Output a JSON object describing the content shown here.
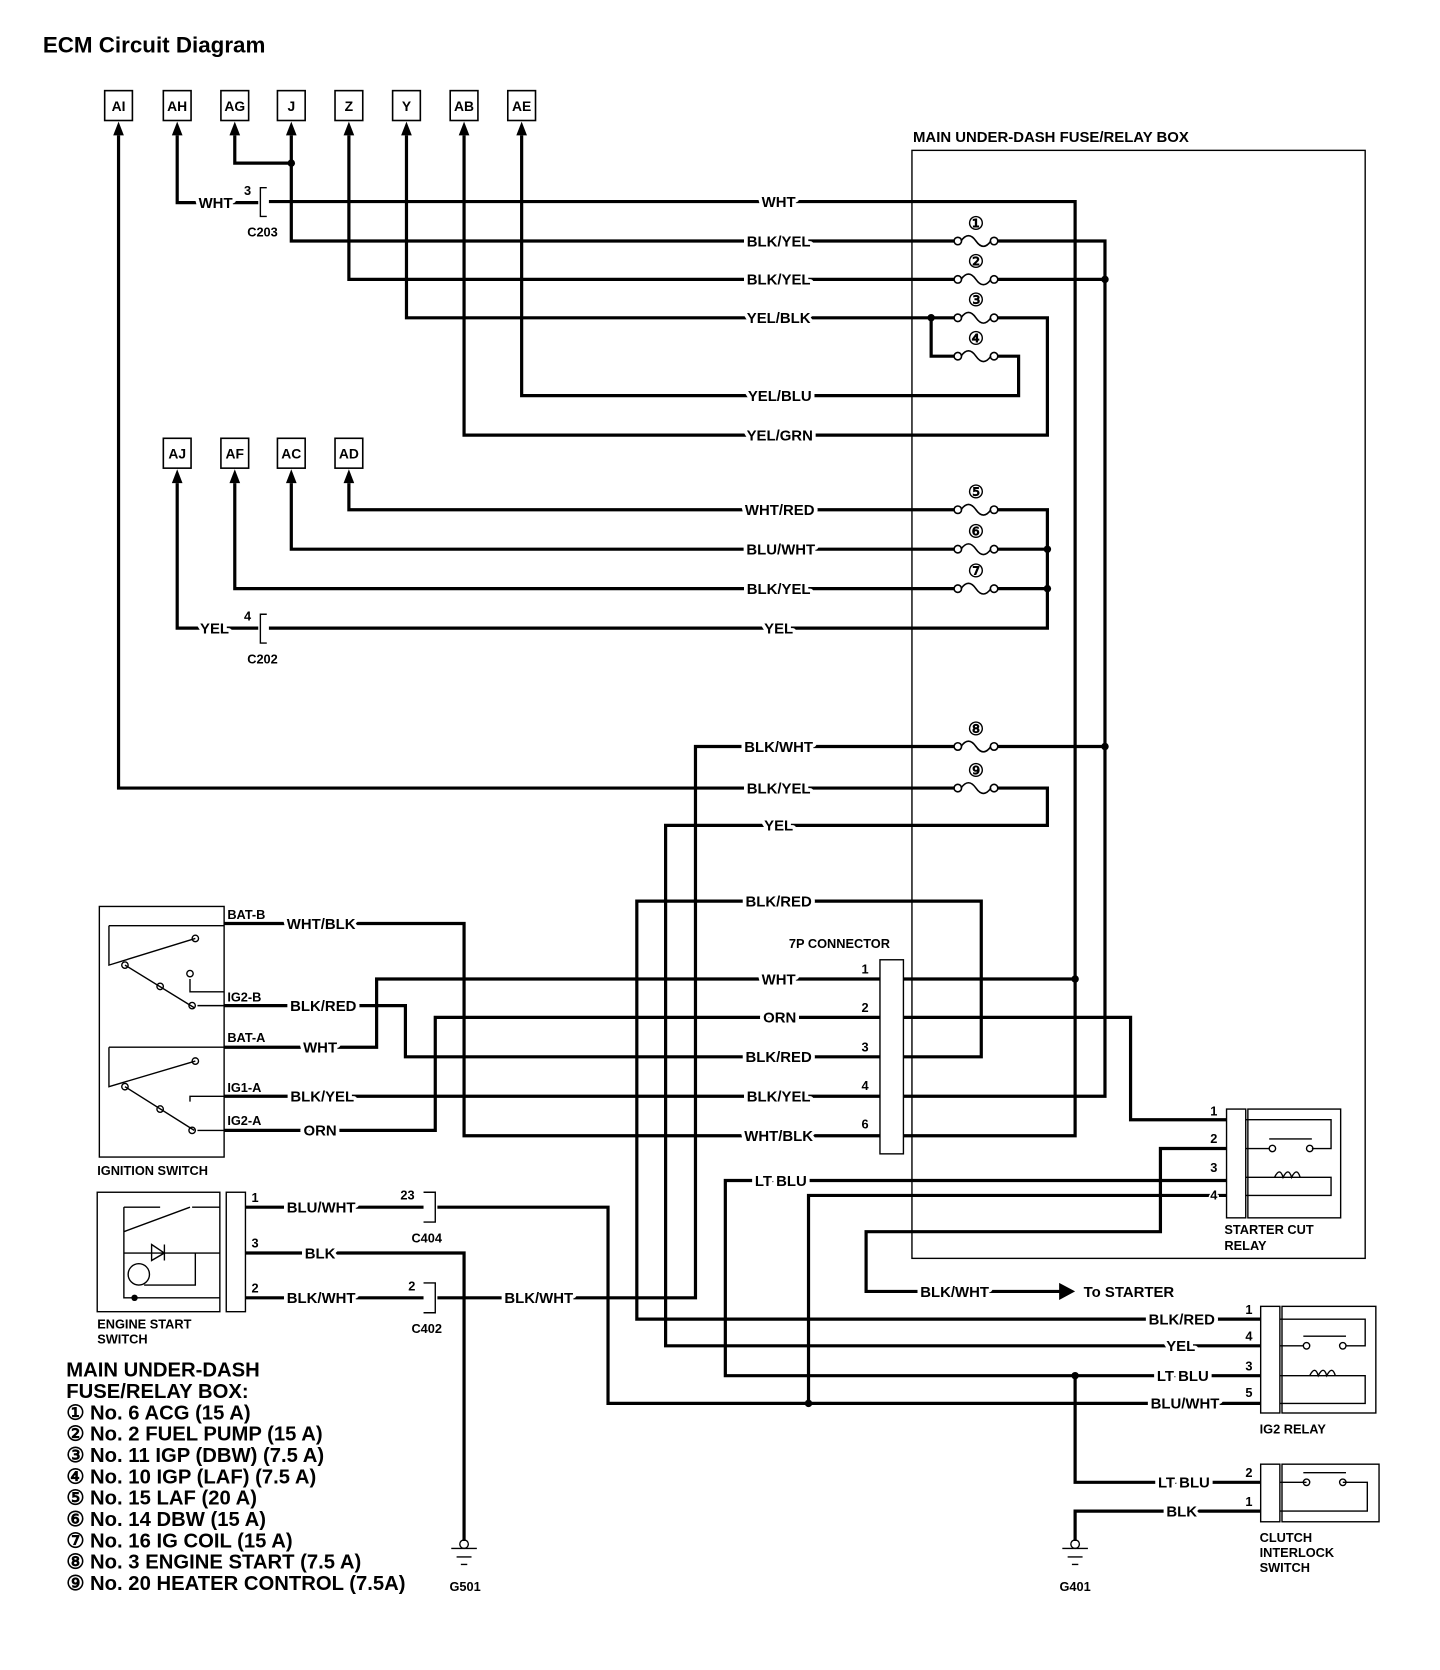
{
  "title": "ECM Circuit Diagram",
  "fuse_box_label": "MAIN UNDER-DASH FUSE/RELAY BOX",
  "ecm_terminals_top": [
    "AI",
    "AH",
    "AG",
    "J",
    "Z",
    "Y",
    "AB",
    "AE"
  ],
  "ecm_terminals_mid": [
    "AJ",
    "AF",
    "AC",
    "AD"
  ],
  "fuse_markers": [
    "①",
    "②",
    "③",
    "④",
    "⑤",
    "⑥",
    "⑦",
    "⑧",
    "⑨"
  ],
  "wires": {
    "wht_ah": "WHT",
    "wht_top": "WHT",
    "blk_yel_1": "BLK/YEL",
    "blk_yel_2": "BLK/YEL",
    "yel_blk": "YEL/BLK",
    "yel_blu": "YEL/BLU",
    "yel_grn": "YEL/GRN",
    "wht_red": "WHT/RED",
    "blu_wht": "BLU/WHT",
    "blk_yel_7": "BLK/YEL",
    "yel_aj": "YEL",
    "yel_c202": "YEL",
    "blk_wht_8": "BLK/WHT",
    "blk_yel_9": "BLK/YEL",
    "yel_9": "YEL",
    "blk_red_top": "BLK/RED",
    "ign_wht_blk": "WHT/BLK",
    "ign_blk_red": "BLK/RED",
    "ign_wht": "WHT",
    "ign_blk_yel": "BLK/YEL",
    "ign_orn": "ORN",
    "c7_wht": "WHT",
    "c7_orn": "ORN",
    "c7_blk_red": "BLK/RED",
    "c7_blk_yel": "BLK/YEL",
    "c7_wht_blk": "WHT/BLK",
    "lt_blu_top": "LT BLU",
    "es_blu_wht": "BLU/WHT",
    "es_blk": "BLK",
    "es_blk_wht": "BLK/WHT",
    "c402_blk_wht": "BLK/WHT",
    "starter_blk_wht": "BLK/WHT",
    "ig2_blk_red": "BLK/RED",
    "ig2_yel": "YEL",
    "ig2_lt_blu": "LT BLU",
    "ig2_blu_wht": "BLU/WHT",
    "cl_lt_blu": "LT BLU",
    "cl_blk": "BLK"
  },
  "connectors": {
    "c203": "C203",
    "c203_pin": "3",
    "c202": "C202",
    "c202_pin": "4",
    "c404": "C404",
    "c404_pin": "23",
    "c402": "C402",
    "c402_pin": "2",
    "c7p": "7P CONNECTOR",
    "c7p_pins": [
      "1",
      "2",
      "3",
      "4",
      "6"
    ]
  },
  "ignition_switch": {
    "label": "IGNITION SWITCH",
    "terminals": [
      "BAT-B",
      "IG2-B",
      "BAT-A",
      "IG1-A",
      "IG2-A"
    ]
  },
  "engine_start_switch": {
    "label_1": "ENGINE START",
    "label_2": "SWITCH",
    "pins": [
      "1",
      "3",
      "2"
    ]
  },
  "starter_cut_relay": {
    "label_1": "STARTER CUT",
    "label_2": "RELAY",
    "pins": [
      "1",
      "2",
      "3",
      "4"
    ]
  },
  "ig2_relay": {
    "label": "IG2 RELAY",
    "pins": [
      "1",
      "4",
      "3",
      "5"
    ]
  },
  "clutch_switch": {
    "label_1": "CLUTCH",
    "label_2": "INTERLOCK",
    "label_3": "SWITCH",
    "pins": [
      "2",
      "1"
    ]
  },
  "to_starter": "To STARTER",
  "grounds": [
    "G501",
    "G401"
  ],
  "legend": {
    "heading_1": "MAIN UNDER-DASH",
    "heading_2": "FUSE/RELAY BOX:",
    "items": [
      "① No. 6 ACG (15 A)",
      "② No. 2 FUEL PUMP (15 A)",
      "③ No. 11 IGP (DBW) (7.5 A)",
      "④ No. 10 IGP (LAF) (7.5 A)",
      "⑤ No. 15 LAF (20 A)",
      "⑥ No. 14 DBW (15 A)",
      "⑦ No. 16 IG COIL (15 A)",
      "⑧ No. 3 ENGINE START (7.5 A)",
      "⑨ No. 20 HEATER CONTROL (7.5A)"
    ]
  }
}
